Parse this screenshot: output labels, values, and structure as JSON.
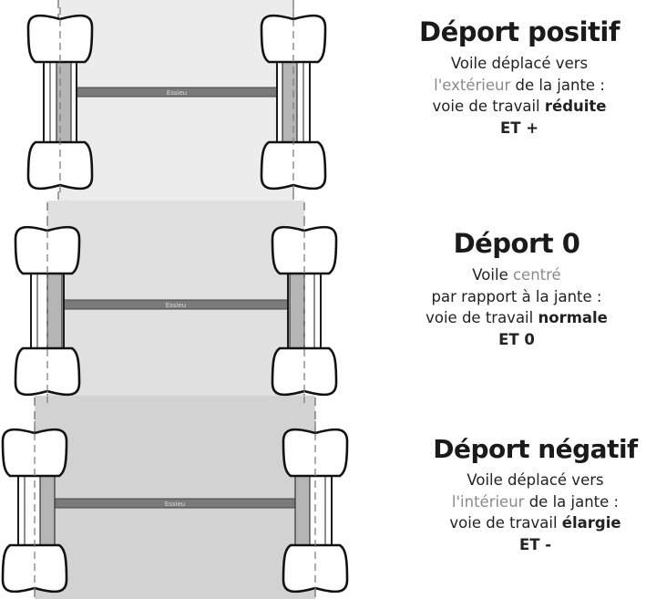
{
  "panels": [
    {
      "id": "positive",
      "title": "Déport positif",
      "line1": "Voile déplacé vers",
      "line2_highlight": "l'extérieur",
      "line2_rest": " de la jante :",
      "line3_prefix": "voie de travail ",
      "line3_emphasis": "réduite",
      "code": "ET +",
      "axle_label": "Essieu",
      "band_color": "#ececec"
    },
    {
      "id": "zero",
      "line1_prefix": "Voile ",
      "title": "Déport 0",
      "line1_highlight": "centré",
      "line2": "par rapport à la jante :",
      "line3_prefix": "voie de travail ",
      "line3_emphasis": "normale",
      "code": "ET 0",
      "axle_label": "Essieu",
      "band_color": "#e0e0e0"
    },
    {
      "id": "negative",
      "title": "Déport négatif",
      "line1": "Voile déplacé vers",
      "line2_highlight": "l'intérieur",
      "line2_rest": " de la jante :",
      "line3_prefix": "voie de travail ",
      "line3_emphasis": "élargie",
      "code": "ET -",
      "axle_label": "Essieu",
      "band_color": "#d2d2d2"
    }
  ]
}
